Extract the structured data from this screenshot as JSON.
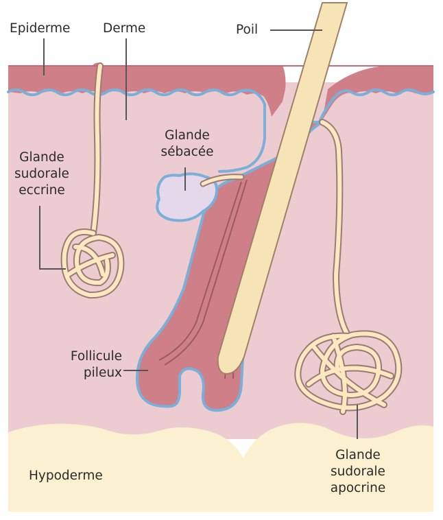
{
  "labels": {
    "epiderme": "Epiderme",
    "derme": "Derme",
    "poil": "Poil",
    "glande_sebacee": [
      "Glande",
      "sébacée"
    ],
    "glande_sudorale_eccrine": [
      "Glande",
      "sudorale",
      "eccrine"
    ],
    "follicule_pileux": [
      "Follicule",
      "pileux"
    ],
    "hypoderme": "Hypoderme",
    "glande_sudorale_apocrine": [
      "Glande",
      "sudorale",
      "apocrine"
    ]
  },
  "colors": {
    "epidermis": "#cf7f87",
    "dermis": "#ecccd0",
    "hypodermis": "#fbf0cf",
    "basal_membrane": "#7aafd9",
    "gland_tube": "#fbe8c0",
    "tube_outline": "#9a7a74",
    "sebaceous_gland": "#e4d8ea",
    "hair": "#f6e3b6",
    "leader_line": "#555555"
  }
}
